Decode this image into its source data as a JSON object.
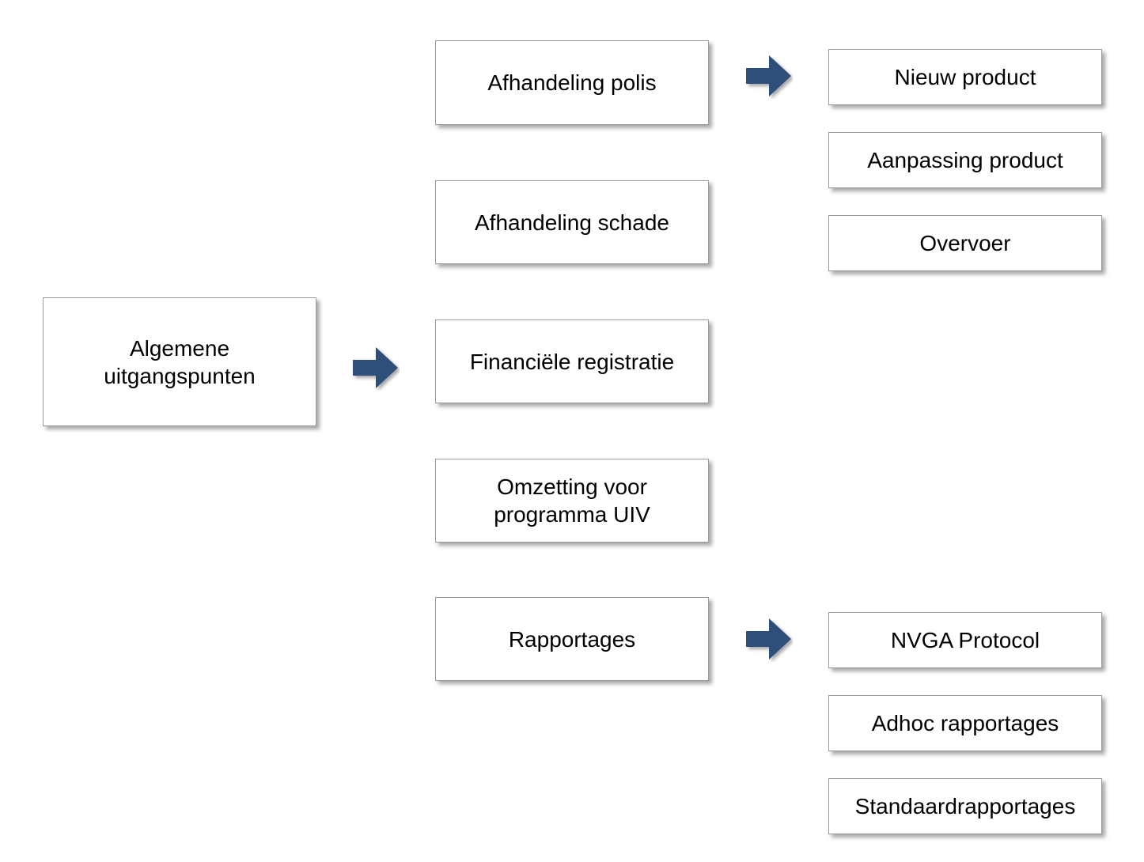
{
  "root": {
    "label": "Algemene\nuitgangspunten"
  },
  "level2": [
    {
      "label": "Afhandeling polis"
    },
    {
      "label": "Afhandeling schade"
    },
    {
      "label": "Financiële registratie"
    },
    {
      "label": "Omzetting voor\nprogramma UIV"
    },
    {
      "label": "Rapportages"
    }
  ],
  "polis_children": [
    {
      "label": "Nieuw product"
    },
    {
      "label": "Aanpassing product"
    },
    {
      "label": "Overvoer"
    }
  ],
  "rapportages_children": [
    {
      "label": "NVGA Protocol"
    },
    {
      "label": "Adhoc rapportages"
    },
    {
      "label": "Standaardrapportages"
    }
  ],
  "colors": {
    "arrow": "#2f4f7a",
    "box_border": "#9a9a9a"
  },
  "icons": {
    "arrow": "right-arrow-icon"
  }
}
